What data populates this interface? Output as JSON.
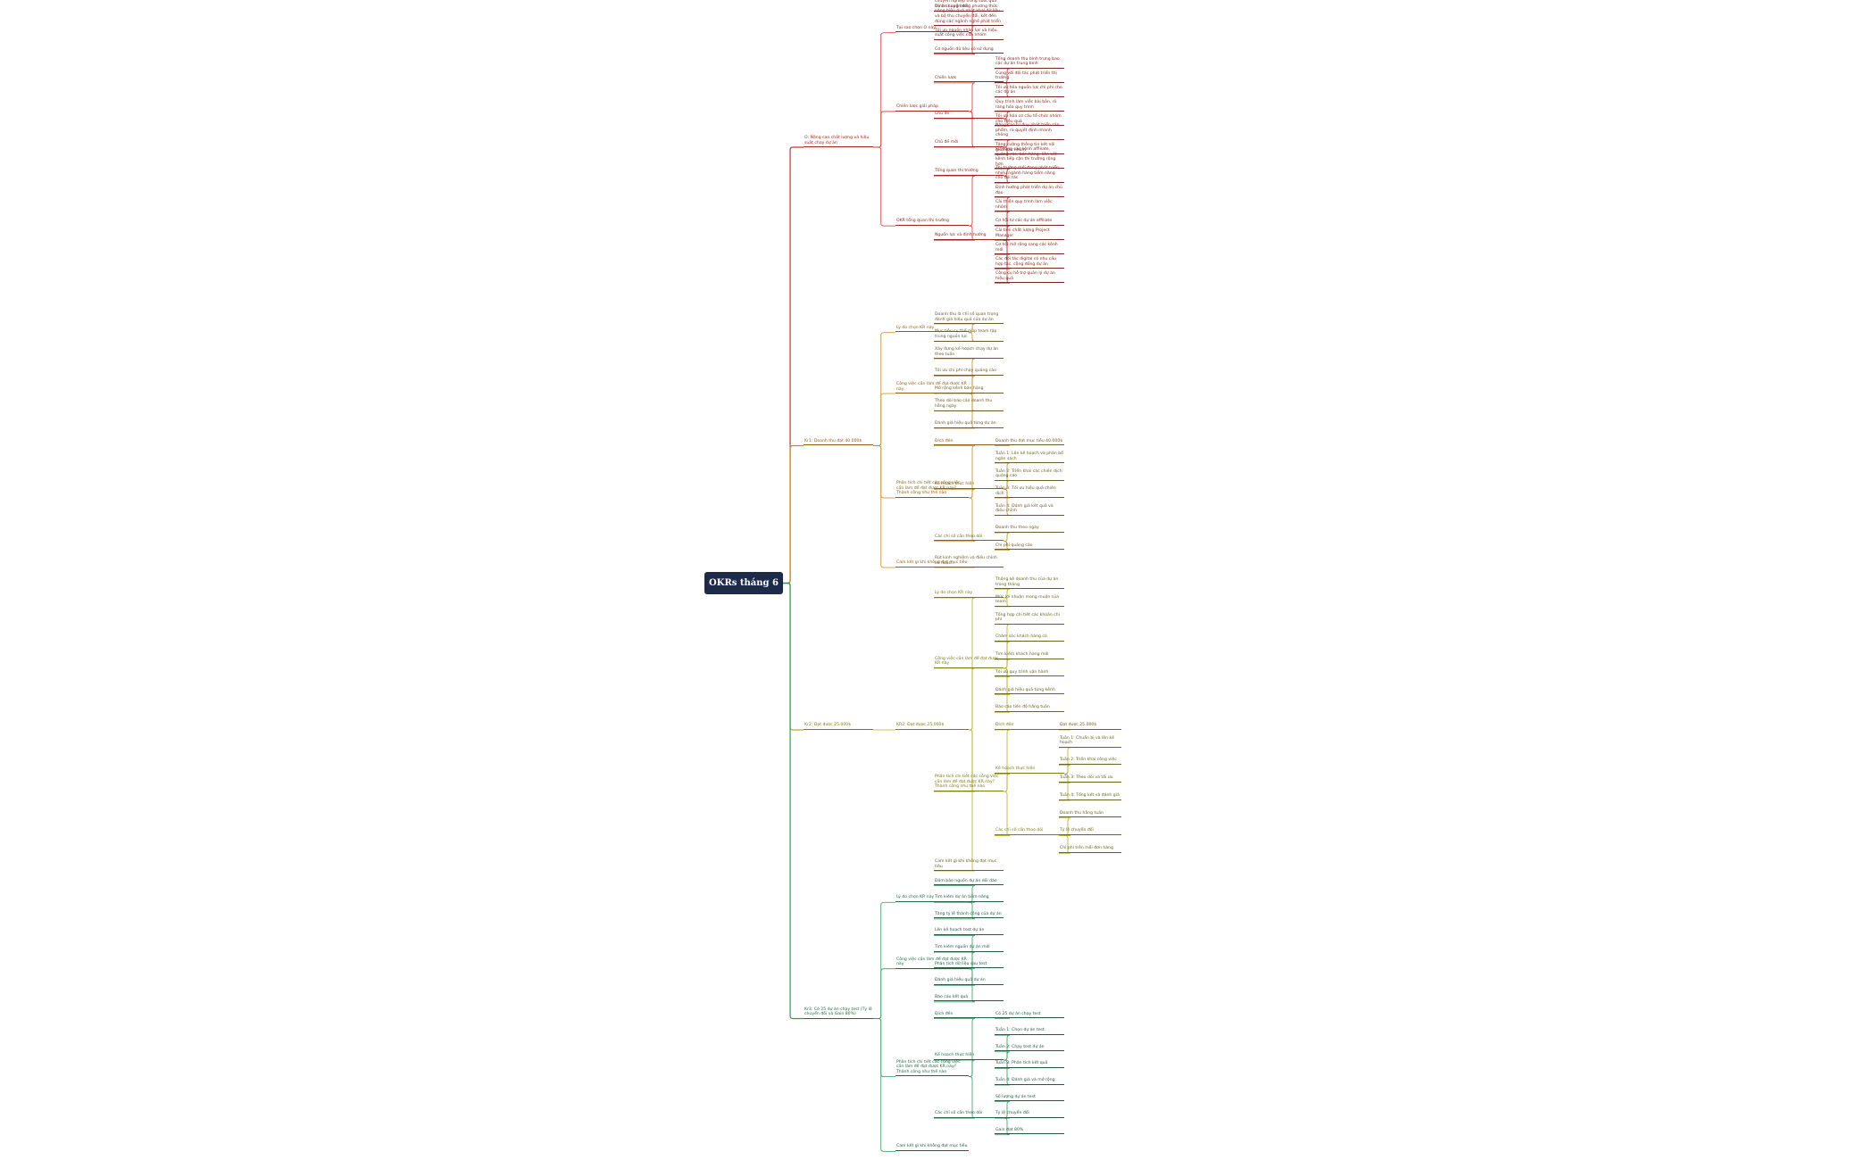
{
  "root": "OKRs tháng 6",
  "colors": {
    "root_bg": "#1d2a4a",
    "branches": [
      "#d62f2a",
      "#c98a1b",
      "#b4b01c",
      "#2e9a5e"
    ]
  },
  "tree": [
    {
      "label": "O: Nâng cao chất lượng và hiệu suất chạy dự án",
      "children": [
        {
          "label": "Tại sao chọn O này",
          "children": [
            {
              "label": "Đảm bảo năng lượng dự án chuyên nghiệp trong suốt quá trình chuyển đổi"
            },
            {
              "label": "Dự án cùng trong phương thức nâng hiệu quả nhất khai dữ liệu và bộ thu chuyển đổi, kết đến đúng các ngành nghề phát triển"
            },
            {
              "label": "Tối ưu nguồn nhân lực và hiệu suất công việc của nhóm"
            },
            {
              "label": "Cơ nguồn dữ liệu có sử dụng"
            }
          ]
        },
        {
          "label": "Chiến lược giải pháp",
          "children": [
            {
              "label": "Chiến lược",
              "children": [
                {
                  "label": "Tổng doanh thu bình trưng bao các dự án trung bình"
                },
                {
                  "label": "Cùng với đối tác phát triển thị trường"
                },
                {
                  "label": "Tối ưu hóa nguồn lực chi phí cho các dự án"
                }
              ]
            },
            {
              "label": "Chủ đề",
              "children": [
                {
                  "label": "Quy trình làm việc bài bản, rõ ràng hóa quy trình"
                },
                {
                  "label": "Tối ưu hóa cơ cấu tổ chức nhóm cho hiệu quả"
                }
              ]
            },
            {
              "label": "Chủ đề mới",
              "children": [
                {
                  "label": "Nâng cao tư duy phát triển sản phẩm, ra quyết định nhanh chóng"
                },
                {
                  "label": "Tăng cường thông tin kết nối giữa các nhóm"
                }
              ]
            }
          ]
        },
        {
          "label": "OKR tổng quan thị trường",
          "children": [
            {
              "label": "Tổng quan thị trường",
              "children": [
                {
                  "label": "Sử dụng các kênh affiliate, quảng cáo, bán hàng, liên kết kênh tiếp cận thị trường rộng hơn"
                },
                {
                  "label": "Thị trường mới đang phát triển, nhiều ngành hàng tiềm năng cho đối tác"
                }
              ]
            },
            {
              "label": "Nguồn lực và định hướng",
              "children": [
                {
                  "label": "Định hướng phát triển dự án chủ đạo"
                },
                {
                  "label": "Cải thiện quy trình làm việc nhóm"
                },
                {
                  "label": "Cơ hội từ các dự án affiliate"
                },
                {
                  "label": "Cải tiến chất lượng Project Manager"
                },
                {
                  "label": "Cơ hội mở rộng sang các kênh mới"
                },
                {
                  "label": "Các đối tác digital có nhu cầu hợp tác, cộng đồng dự án"
                },
                {
                  "label": "Công cụ hỗ trợ quản lý dự án hiệu quả"
                }
              ]
            }
          ]
        }
      ]
    },
    {
      "label": "Kr1: Doanh thu đạt 40.000$",
      "children": [
        {
          "label": "Lý do chọn KR này",
          "children": [
            {
              "label": "Doanh thu là chỉ số quan trọng đánh giá hiệu quả của dự án"
            },
            {
              "label": "Mục tiêu cụ thể giúp team tập trung nguồn lực"
            }
          ]
        },
        {
          "label": "Công việc cần làm để đạt được KR này",
          "children": [
            {
              "label": "Xây dựng kế hoạch chạy dự án theo tuần"
            },
            {
              "label": "Tối ưu chi phí chạy quảng cáo"
            },
            {
              "label": "Mở rộng kênh bán hàng"
            },
            {
              "label": "Theo dõi báo cáo doanh thu hằng ngày"
            },
            {
              "label": "Đánh giá hiệu quả từng dự án"
            }
          ]
        },
        {
          "label": "Phân tích chi tiết các công việc cần làm để đạt được KR này? Thành công như thế nào",
          "children": [
            {
              "label": "Đích đến",
              "children": [
                {
                  "label": "Doanh thu đạt mục tiêu 40.000$"
                }
              ]
            },
            {
              "label": "Kế hoạch thực hiện",
              "children": [
                {
                  "label": "Tuần 1: Lên kế hoạch và phân bổ ngân sách"
                },
                {
                  "label": "Tuần 2: Triển khai các chiến dịch quảng cáo"
                },
                {
                  "label": "Tuần 3: Tối ưu hiệu quả chiến dịch"
                },
                {
                  "label": "Tuần 4: Đánh giá kết quả và điều chỉnh"
                }
              ]
            },
            {
              "label": "Các chỉ số cần theo dõi",
              "children": [
                {
                  "label": "Doanh thu theo ngày"
                },
                {
                  "label": "Chi phí quảng cáo"
                }
              ]
            }
          ]
        },
        {
          "label": "Cam kết gì khi không đạt mục tiêu",
          "children": [
            {
              "label": "Rút kinh nghiệm và điều chỉnh kế hoạch"
            }
          ]
        }
      ]
    },
    {
      "label": "Kr2: Đạt được 25.000$",
      "children": [
        {
          "label": "KR2: Đạt được 25.000$",
          "children": [
            {
              "label": "Lý do chọn KR này",
              "children": [
                {
                  "label": "Thống kê doanh thu của dự án trong tháng"
                },
                {
                  "label": "Mức lợi nhuận mong muốn của team"
                }
              ]
            },
            {
              "label": "Công việc cần làm để đạt được KR này",
              "children": [
                {
                  "label": "Tổng hợp chi tiết các khoản chi phí"
                },
                {
                  "label": "Chăm sóc khách hàng cũ"
                },
                {
                  "label": "Tìm kiếm khách hàng mới"
                },
                {
                  "label": "Tối ưu quy trình vận hành"
                },
                {
                  "label": "Đánh giá hiệu quả từng kênh"
                },
                {
                  "label": "Báo cáo tiến độ hằng tuần"
                }
              ]
            },
            {
              "label": "Phân tích chi tiết các công việc cần làm để đạt được KR này? Thành công như thế nào",
              "children": [
                {
                  "label": "Đích đến",
                  "children": [
                    {
                      "label": "Đạt được 25.000$"
                    }
                  ]
                },
                {
                  "label": "Kế hoạch thực hiện",
                  "children": [
                    {
                      "label": "Tuần 1: Chuẩn bị và lên kế hoạch"
                    },
                    {
                      "label": "Tuần 2: Triển khai công việc"
                    },
                    {
                      "label": "Tuần 3: Theo dõi và tối ưu"
                    },
                    {
                      "label": "Tuần 4: Tổng kết và đánh giá"
                    }
                  ]
                },
                {
                  "label": "Các chỉ số cần theo dõi",
                  "children": [
                    {
                      "label": "Doanh thu hằng tuần"
                    },
                    {
                      "label": "Tỷ lệ chuyển đổi"
                    },
                    {
                      "label": "Chi phí trên mỗi đơn hàng"
                    }
                  ]
                }
              ]
            },
            {
              "label": "Cam kết gì khi không đạt mục tiêu"
            }
          ]
        }
      ]
    },
    {
      "label": "Kr3: Có 25 dự án chạy test (Tỷ lệ chuyển đổi và Gain 80%)",
      "children": [
        {
          "label": "Lý do chọn KR này",
          "children": [
            {
              "label": "Đảm bảo nguồn dự án dồi dào"
            },
            {
              "label": "Tìm kiếm dự án tiềm năng"
            },
            {
              "label": "Tăng tỷ lệ thành công của dự án"
            }
          ]
        },
        {
          "label": "Công việc cần làm để đạt được KR này",
          "children": [
            {
              "label": "Lên kế hoạch test dự án"
            },
            {
              "label": "Tìm kiếm nguồn dự án mới"
            },
            {
              "label": "Phân tích dữ liệu sau test"
            },
            {
              "label": "Đánh giá hiệu quả dự án"
            },
            {
              "label": "Báo cáo kết quả"
            }
          ]
        },
        {
          "label": "Phân tích chi tiết các công việc cần làm để đạt được KR này? Thành công như thế nào",
          "children": [
            {
              "label": "Đích đến",
              "children": [
                {
                  "label": "Có 25 dự án chạy test"
                }
              ]
            },
            {
              "label": "Kế hoạch thực hiện",
              "children": [
                {
                  "label": "Tuần 1: Chọn dự án test"
                },
                {
                  "label": "Tuần 2: Chạy test dự án"
                },
                {
                  "label": "Tuần 3: Phân tích kết quả"
                },
                {
                  "label": "Tuần 4: Đánh giá và mở rộng"
                }
              ]
            },
            {
              "label": "Các chỉ số cần theo dõi",
              "children": [
                {
                  "label": "Số lượng dự án test"
                },
                {
                  "label": "Tỷ lệ chuyển đổi"
                },
                {
                  "label": "Gain đạt 80%"
                }
              ]
            }
          ]
        },
        {
          "label": "Cam kết gì khi không đạt mục tiêu"
        }
      ]
    }
  ]
}
